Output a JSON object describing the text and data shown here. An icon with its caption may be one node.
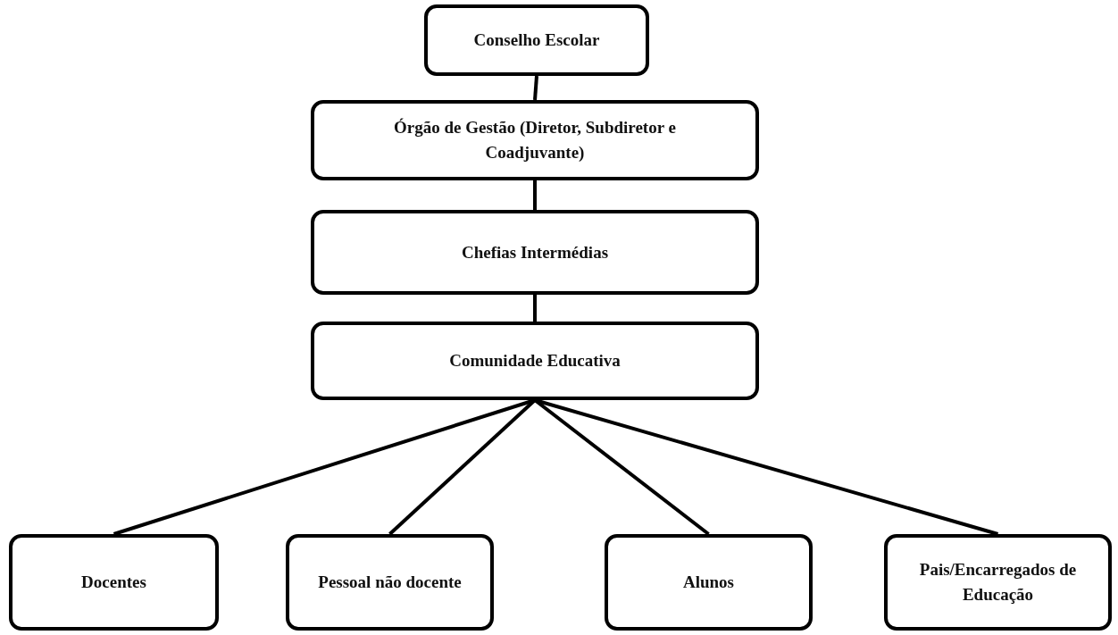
{
  "diagram": {
    "nodes": [
      {
        "text": [
          "Conselho Escolar"
        ]
      },
      {
        "text": [
          "Órgão de Gestão (Diretor, Subdiretor e Coadjuvante)"
        ]
      },
      {
        "text": [
          "Chefias Intermédias"
        ]
      },
      {
        "text": [
          "Comunidade Educativa"
        ]
      },
      {
        "text": [
          "Docentes"
        ]
      },
      {
        "text": [
          "Pessoal não docente"
        ]
      },
      {
        "text": [
          "Alunos"
        ]
      },
      {
        "text": [
          "Pais/Encarregados de Educação"
        ]
      }
    ],
    "edges": [
      {
        "from": 0,
        "to": 1,
        "arrow": "none"
      },
      {
        "from": 1,
        "to": 2,
        "arrow": "none"
      },
      {
        "from": 2,
        "to": 3,
        "arrow": "none"
      },
      {
        "from": 3,
        "to": 4,
        "arrow": "none"
      },
      {
        "from": 3,
        "to": 5,
        "arrow": "none"
      },
      {
        "from": 3,
        "to": 6,
        "arrow": "none"
      },
      {
        "from": 3,
        "to": 7,
        "arrow": "none"
      }
    ]
  }
}
